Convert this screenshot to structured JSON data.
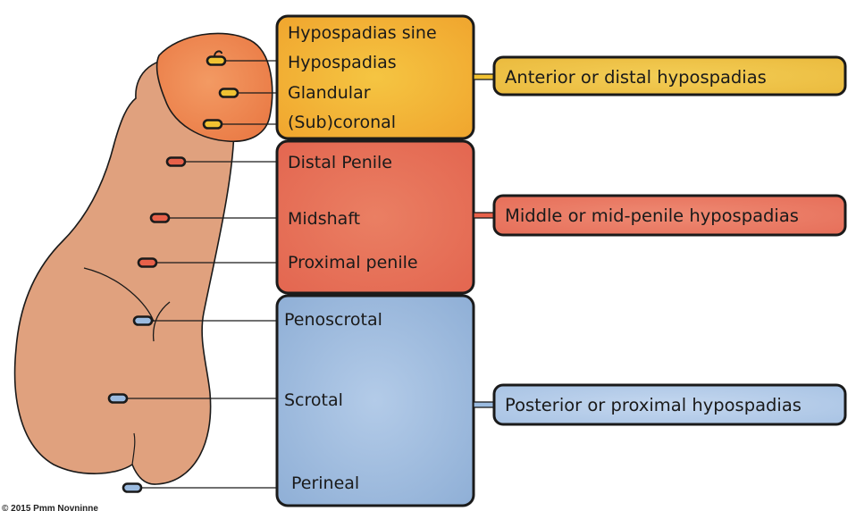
{
  "diagram": {
    "groups": [
      {
        "id": "anterior",
        "colors": {
          "fill": "#f0a52e",
          "highlight": "#f5c542",
          "stroke": "#1b1b1b"
        },
        "meatus_color": "#f1c232",
        "levels": [
          "Hypospadias sine Hypospadias",
          "Glandular",
          "(Sub)coronal"
        ],
        "category": "Anterior  or distal hypospadias",
        "category_colors": {
          "fill": "#e9b73a",
          "highlight": "#f3cd55"
        }
      },
      {
        "id": "middle",
        "colors": {
          "fill": "#e36650",
          "highlight": "#ea7f63",
          "stroke": "#1b1b1b"
        },
        "meatus_color": "#e8614a",
        "levels": [
          "Distal Penile",
          "Midshaft",
          "Proximal penile"
        ],
        "category": "Middle or mid-penile hypospadias",
        "category_colors": {
          "fill": "#e56a55",
          "highlight": "#ee8a73"
        }
      },
      {
        "id": "posterior",
        "colors": {
          "fill": "#8fafd6",
          "highlight": "#b3cbe8",
          "stroke": "#1b1b1b"
        },
        "meatus_color": "#9bbbe0",
        "levels": [
          "Penoscrotal",
          "Scrotal",
          "Perineal"
        ],
        "category": "Posterior or proximal hypospadias",
        "category_colors": {
          "fill": "#a4c0e2",
          "highlight": "#c4d7ef"
        }
      }
    ],
    "anatomy": {
      "skin_color": "#e0a17e",
      "glans_color": "#ee8552",
      "outline_color": "#1a1a1a"
    },
    "credit": "© 2015 Pmm Novninne"
  }
}
